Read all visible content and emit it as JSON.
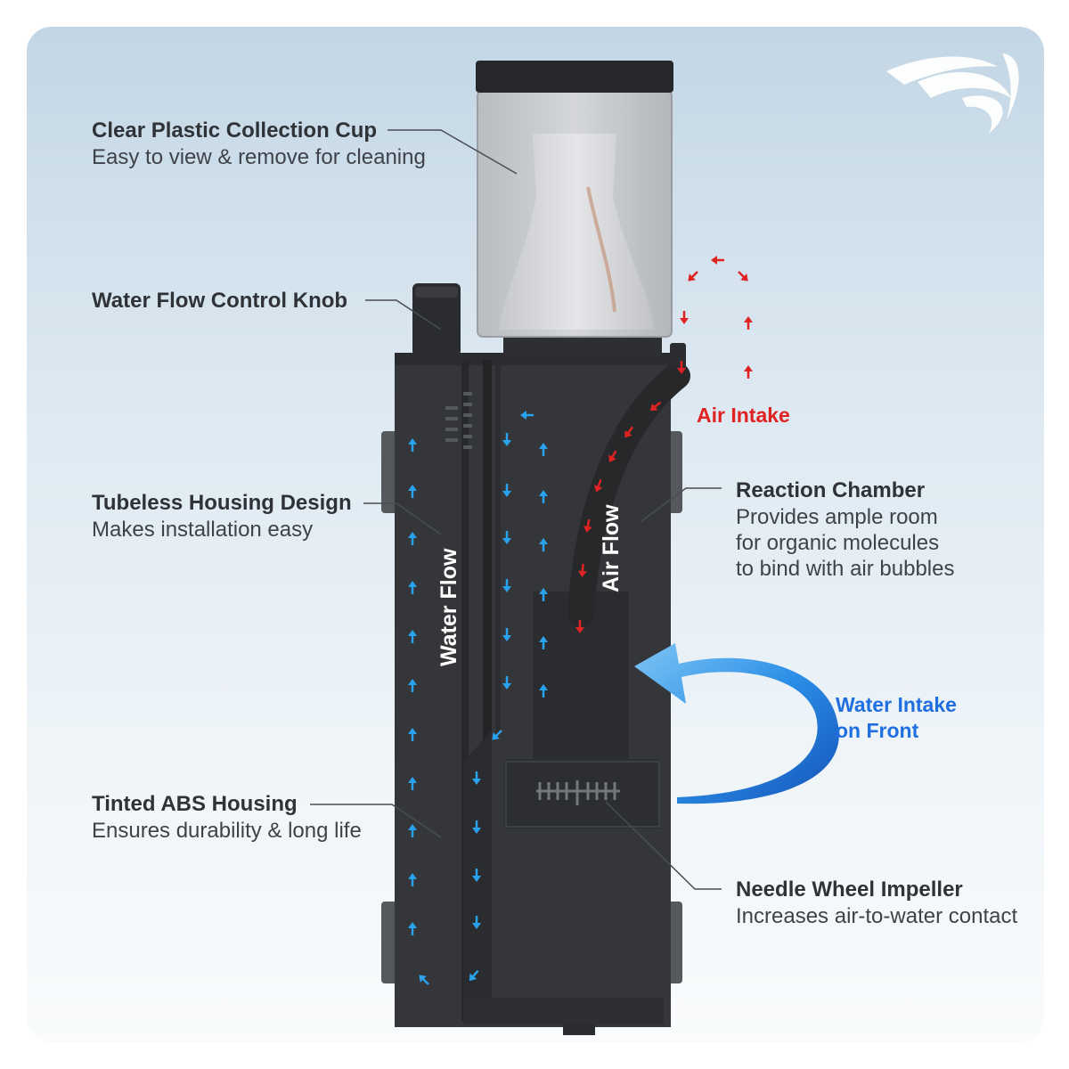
{
  "brand": {
    "logo_icon": "wave-wing-logo-icon"
  },
  "labels": {
    "collection_cup": {
      "title": "Clear Plastic Collection Cup",
      "desc": "Easy to view & remove for cleaning"
    },
    "flow_knob": {
      "title": "Water Flow Control Knob"
    },
    "tubeless": {
      "title": "Tubeless Housing Design",
      "desc": "Makes installation easy"
    },
    "tinted": {
      "title": "Tinted ABS Housing",
      "desc": "Ensures durability & long life"
    },
    "reaction": {
      "title": "Reaction Chamber",
      "desc_lines": [
        "Provides ample room",
        "for organic molecules",
        "to bind with air bubbles"
      ]
    },
    "impeller": {
      "title": "Needle Wheel Impeller",
      "desc": "Increases air-to-water contact"
    },
    "air_intake": "Air Intake",
    "water_intake": [
      "Water Intake",
      "on Front"
    ],
    "water_flow": "Water Flow",
    "air_flow": "Air Flow"
  },
  "colors": {
    "water_arrow": "#2aa3ee",
    "air_arrow": "#e02222",
    "intake_text": "#1f6fe0",
    "housing": "#333538"
  }
}
